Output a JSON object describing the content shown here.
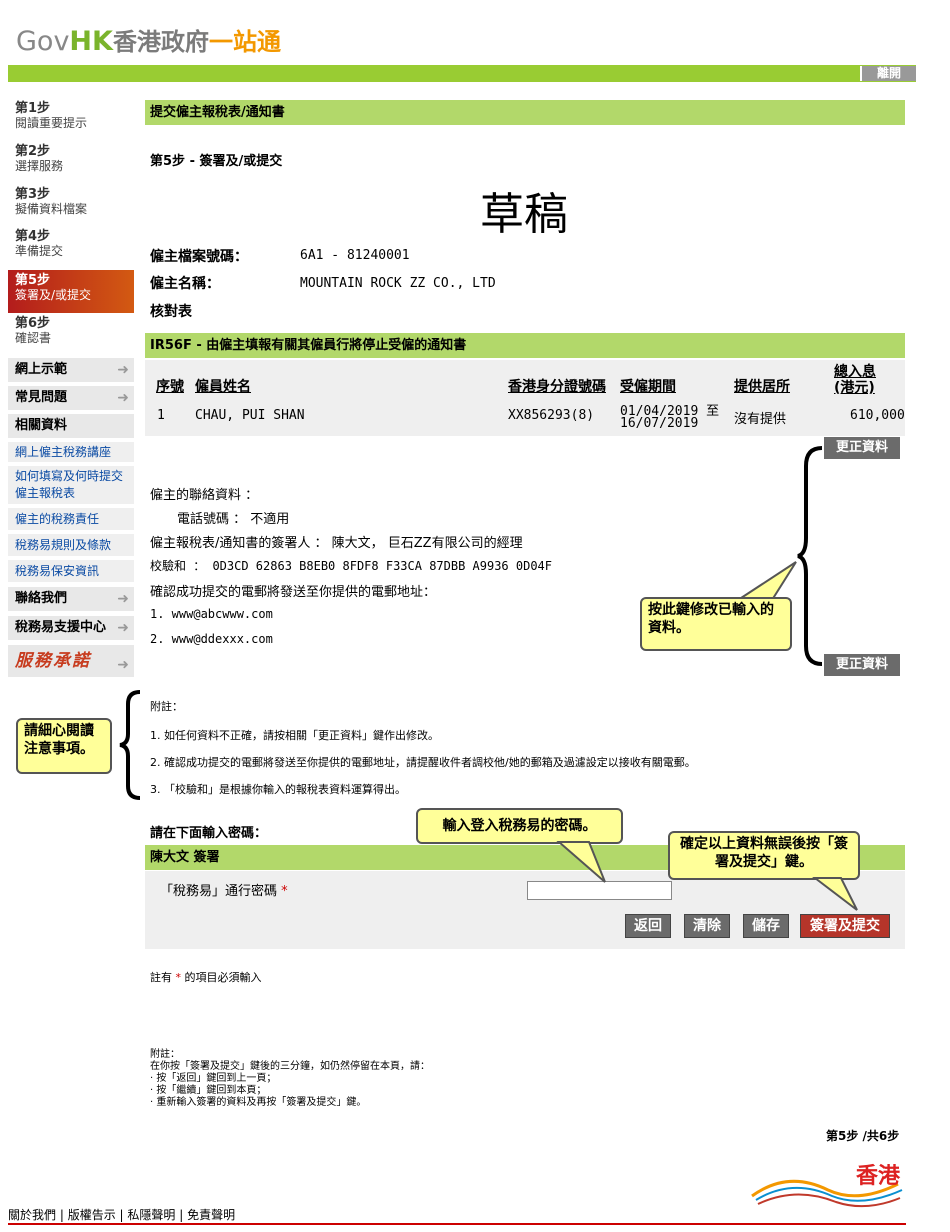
{
  "header": {
    "logo_gov": "Gov",
    "logo_hk": "HK",
    "logo_cn_main": "香港政府",
    "logo_cn_accent": "一站通",
    "exit_label": "離開"
  },
  "sidebar": {
    "steps": [
      {
        "num": "第1步",
        "desc": "閱讀重要提示"
      },
      {
        "num": "第2步",
        "desc": "選擇服務"
      },
      {
        "num": "第3步",
        "desc": "擬備資料檔案"
      },
      {
        "num": "第4步",
        "desc": "準備提交"
      },
      {
        "num": "第5步",
        "desc": "簽署及/或提交"
      },
      {
        "num": "第6步",
        "desc": "確認書"
      }
    ],
    "online_demo": "網上示範",
    "faq": "常見問題",
    "related": "相關資料",
    "links": [
      "網上僱主稅務講座",
      "如何填寫及何時提交僱主報稅表",
      "僱主的稅務責任",
      "稅務易規則及條款",
      "稅務易保安資訊"
    ],
    "contact": "聯絡我們",
    "support": "稅務易支援中心",
    "service_pledge": "服務承諾",
    "arrow": "➜"
  },
  "main": {
    "title": "提交僱主報稅表/通知書",
    "step_heading": "第5步 - 簽署及/或提交",
    "draft": "草稿",
    "employer_file_label": "僱主檔案號碼：",
    "employer_file_value": "6A1 - 81240001",
    "employer_name_label": "僱主名稱：",
    "employer_name_value": "MOUNTAIN ROCK ZZ CO., LTD",
    "checklist_label": "核對表",
    "form_title": "IR56F - 由僱主填報有關其僱員行將停止受僱的通知書",
    "table": {
      "headers": [
        "序號",
        "僱員姓名",
        "香港身分證號碼",
        "受僱期間",
        "提供居所",
        "總入息",
        "(港元)"
      ],
      "rows": [
        {
          "seq": "1",
          "name": "CHAU, PUI SHAN",
          "hkid": "XX856293(8)",
          "period_from": "01/04/2019 至",
          "period_to": "16/07/2019",
          "quarters": "沒有提供",
          "income": "610,000"
        }
      ]
    },
    "amend_label": "更正資料",
    "contact_info_label": "僱主的聯絡資料 ：",
    "phone_line": "電話號碼 ： 不適用",
    "signer_line": "僱主報稅表/通知書的簽署人 ： 陳大文， 巨石ZZ有限公司的經理",
    "checksum_line": "校驗和 ： 0D3CD 62863 B8EB0 8FDF8 F33CA 87DBB A9936 0D04F",
    "email_intro": "確認成功提交的電郵將發送至你提供的電郵地址：",
    "emails": [
      "1. www@abcwww.com",
      "2. www@ddexxx.com"
    ],
    "notes_heading": "附註：",
    "notes": [
      "1. 如任何資料不正確，請按相關「更正資料」鍵作出修改。",
      "2. 確認成功提交的電郵將發送至你提供的電郵地址，請提醒收件者調校他/她的郵箱及過濾設定以接收有關電郵。",
      "3. 「校驗和」是根據你輸入的報稅表資料運算得出。"
    ],
    "password_prompt": "請在下面輸入密碼：",
    "signature_title": "陳大文 簽署",
    "password_label": "「稅務易」通行密碼",
    "required_star": "*",
    "buttons": {
      "back": "返回",
      "clear": "清除",
      "save": "儲存",
      "sign_submit": "簽署及提交"
    },
    "required_note_pre": "註有",
    "required_note_post": "的項目必須輸入",
    "bottom_notes_heading": "附註：",
    "bottom_notes": [
      "在你按「簽署及提交」鍵後的三分鐘，如仍然停留在本頁，請：",
      "· 按「返回」鍵回到上一頁；",
      "· 按「繼續」鍵回到本頁；",
      "· 重新輸入簽署的資料及再按「簽署及提交」鍵。"
    ],
    "page_indicator": "第5步 /共6步"
  },
  "callouts": {
    "amend": "按此鍵修改已輸入的資料。",
    "notes": "請細心閱讀注意事項。",
    "password": "輸入登入稅務易的密碼。",
    "submit": "確定以上資料無誤後按「簽署及提交」鍵。"
  },
  "footer": {
    "links": [
      "關於我們",
      "版權告示",
      "私隱聲明",
      "免責聲明"
    ],
    "logo_text": "香港"
  },
  "colors": {
    "green_bar": "#b2d86a",
    "top_bar": "#99cc33",
    "accent_red": "#c0392b",
    "callout_yellow": "#ffff99"
  }
}
